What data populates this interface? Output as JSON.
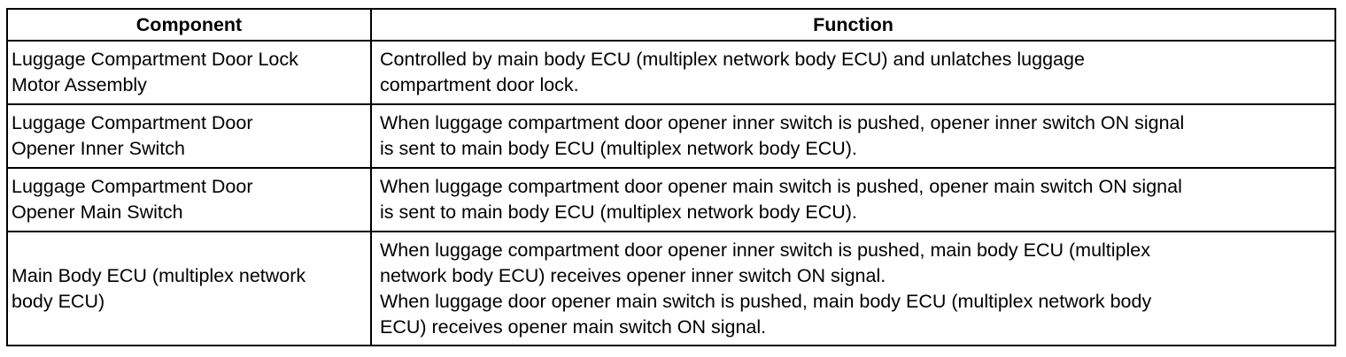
{
  "table": {
    "headers": {
      "component": "Component",
      "function": "Function"
    },
    "rows": [
      {
        "component": [
          "Luggage Compartment Door Lock",
          "Motor Assembly"
        ],
        "function": [
          "Controlled by main body ECU (multiplex network body ECU) and unlatches luggage",
          "compartment door lock."
        ]
      },
      {
        "component": [
          "Luggage Compartment Door",
          "Opener Inner Switch"
        ],
        "function": [
          "When luggage compartment door opener inner switch is pushed, opener inner switch ON signal",
          "is sent to main body ECU (multiplex network body ECU)."
        ]
      },
      {
        "component": [
          "Luggage Compartment Door",
          "Opener Main Switch"
        ],
        "function": [
          "When luggage compartment door opener main switch is pushed, opener main switch ON signal",
          "is sent to main body ECU (multiplex network body ECU)."
        ]
      },
      {
        "component": [
          "Main Body ECU (multiplex network",
          "body ECU)"
        ],
        "function": [
          "When luggage compartment door opener inner switch is pushed, main body ECU (multiplex",
          "network body ECU) receives opener inner switch ON signal.",
          "When luggage door opener main switch is pushed, main body ECU (multiplex network body",
          "ECU) receives opener main switch ON signal."
        ]
      }
    ]
  }
}
